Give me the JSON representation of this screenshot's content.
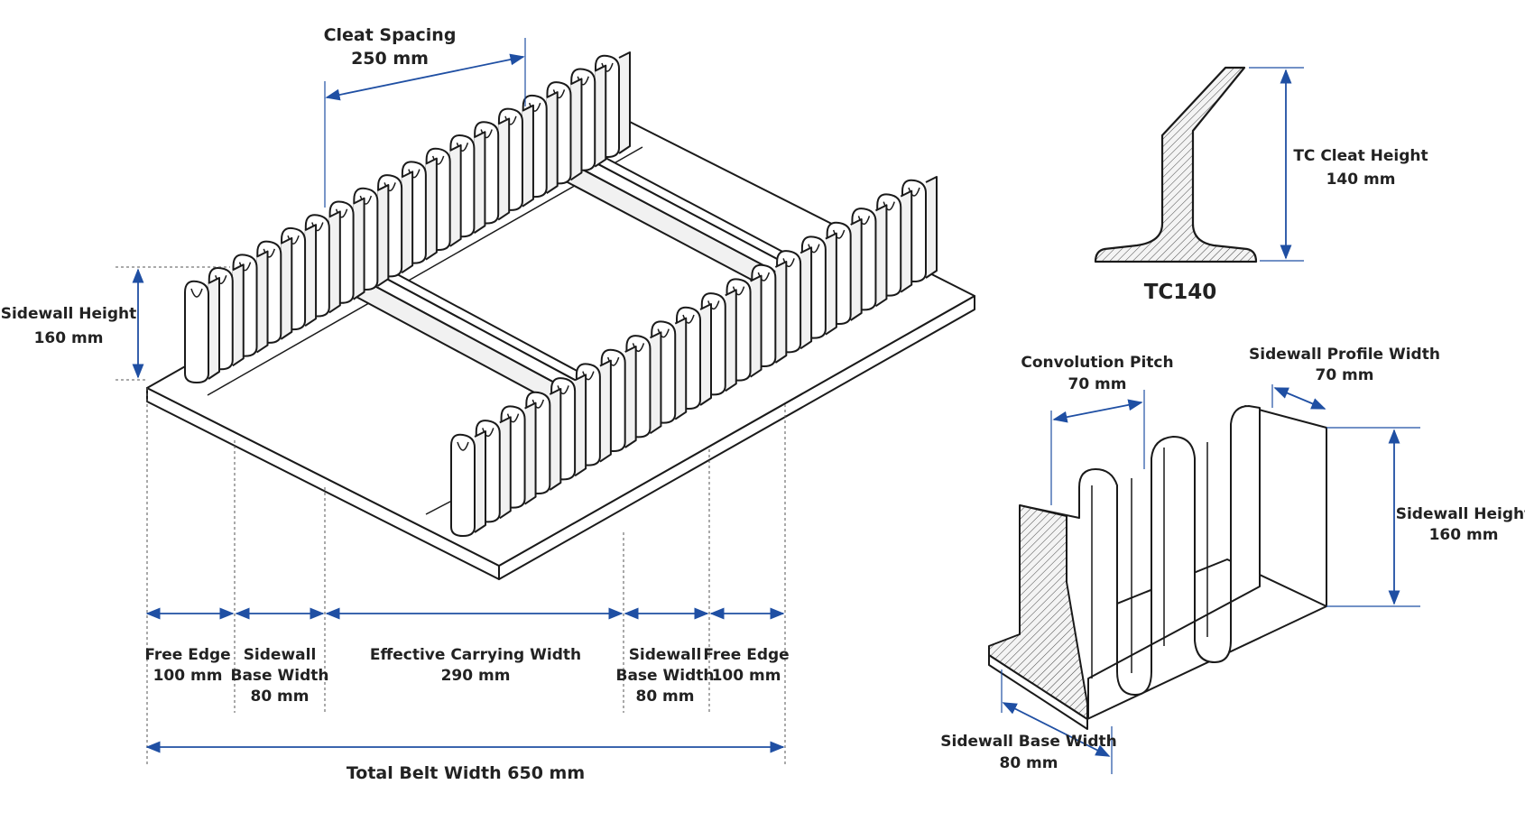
{
  "colors": {
    "dimension": "#1f4fa3",
    "outline": "#1a1a1a",
    "text": "#222222",
    "background": "#ffffff"
  },
  "belt_view": {
    "cleat_spacing": {
      "label": "Cleat Spacing",
      "value": "250 mm"
    },
    "sidewall_height": {
      "label": "Sidewall Height",
      "value": "160 mm"
    },
    "free_edge_left": {
      "label": "Free Edge",
      "value": "100 mm"
    },
    "sidewall_base_left": {
      "label_line1": "Sidewall",
      "label_line2": "Base Width",
      "value": "80 mm"
    },
    "effective_width": {
      "label": "Effective Carrying Width",
      "value": "290 mm"
    },
    "sidewall_base_right": {
      "label_line1": "Sidewall",
      "label_line2": "Base Width",
      "value": "80 mm"
    },
    "free_edge_right": {
      "label": "Free Edge",
      "value": "100 mm"
    },
    "total_width": {
      "label": "Total Belt Width 650 mm"
    }
  },
  "cleat_profile": {
    "name": "TC140",
    "height": {
      "label": "TC Cleat Height",
      "value": "140 mm"
    }
  },
  "sidewall_detail": {
    "convolution_pitch": {
      "label": "Convolution Pitch",
      "value": "70 mm"
    },
    "profile_width": {
      "label": "Sidewall Profile Width",
      "value": "70 mm"
    },
    "height": {
      "label": "Sidewall Height",
      "value": "160 mm"
    },
    "base_width": {
      "label": "Sidewall Base Width",
      "value": "80 mm"
    }
  }
}
